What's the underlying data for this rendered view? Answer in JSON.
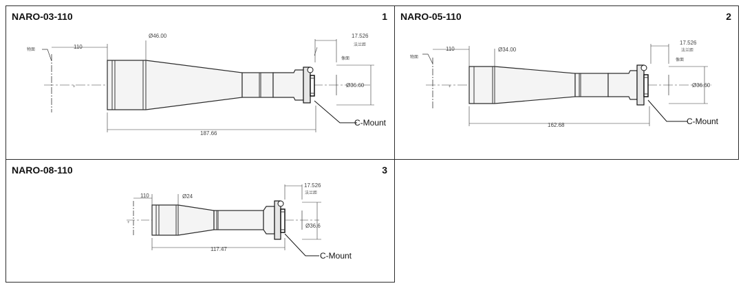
{
  "panels": [
    {
      "title": "NARO-03-110",
      "number": "1",
      "dims": {
        "object_label": "物面",
        "working_distance": "110",
        "front_diameter": "Ø46.00",
        "flange_distance": "17.526",
        "flange_label": "法兰距",
        "image_label": "像面",
        "image_diameter": "Ø36.60",
        "total_length": "187.66",
        "mount": "C-Mount"
      }
    },
    {
      "title": "NARO-05-110",
      "number": "2",
      "dims": {
        "object_label": "物面",
        "working_distance": "110",
        "front_diameter": "Ø34.00",
        "flange_distance": "17.526",
        "flange_label": "法兰距",
        "image_label": "像面",
        "image_diameter": "Ø36.60",
        "total_length": "162.68",
        "mount": "C-Mount"
      }
    },
    {
      "title": "NARO-08-110",
      "number": "3",
      "dims": {
        "working_distance": "110",
        "front_diameter": "Ø24",
        "flange_distance": "17.526",
        "flange_label": "法兰距",
        "image_diameter": "Ø36.6",
        "total_length": "117.47",
        "mount": "C-Mount"
      }
    }
  ]
}
